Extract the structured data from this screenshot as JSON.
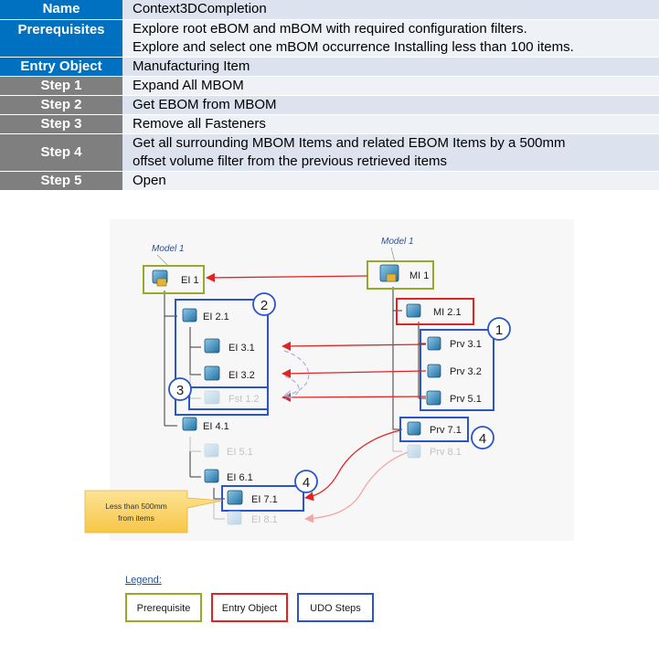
{
  "table": {
    "rows": [
      {
        "label": "Name",
        "lines": [
          "Context3DCompletion"
        ],
        "style": "blue"
      },
      {
        "label": "Prerequisites",
        "lines": [
          "Explore root eBOM and mBOM with required configuration filters.",
          "Explore and select one mBOM occurrence Installing less than 100 items."
        ],
        "style": "blue"
      },
      {
        "label": "Entry Object",
        "lines": [
          "Manufacturing Item"
        ],
        "style": "blue"
      },
      {
        "label": "Step 1",
        "lines": [
          "Expand All MBOM"
        ],
        "style": "gray"
      },
      {
        "label": "Step 2",
        "lines": [
          "Get EBOM from MBOM"
        ],
        "style": "gray"
      },
      {
        "label": "Step 3",
        "lines": [
          "Remove all Fasteners"
        ],
        "style": "gray"
      },
      {
        "label": "Step 4",
        "lines": [
          "Get all surrounding MBOM Items and related EBOM Items by a 500mm",
          "offset volume filter from the previous retrieved items"
        ],
        "style": "gray"
      },
      {
        "label": "Step 5",
        "lines": [
          "Open"
        ],
        "style": "gray"
      }
    ]
  },
  "diagram": {
    "model_left": "Model 1",
    "model_right": "Model 1",
    "ebom_items": [
      "EI 1",
      "EI 2.1",
      "EI 3.1",
      "EI 3.2",
      "Fst 1.2",
      "EI 4.1",
      "EI 5.1",
      "EI 6.1",
      "EI 7.1",
      "EI 8.1"
    ],
    "mbom_items": [
      "MI 1",
      "MI 2.1",
      "Prv 3.1",
      "Prv 3.2",
      "Prv 5.1",
      "Prv 7.1",
      "Prv 8.1"
    ],
    "step_badges": [
      "1",
      "2",
      "3",
      "4",
      "4"
    ],
    "note": [
      "Less than 500mm",
      "from items"
    ],
    "legend_title": "Legend:",
    "legend": [
      {
        "label": "Prerequisite",
        "color": "#9aa829"
      },
      {
        "label": "Entry Object",
        "color": "#e02424"
      },
      {
        "label": "UDO Steps",
        "color": "#2a55c9"
      }
    ]
  },
  "colors": {
    "blue_header": "#0070c0",
    "gray_header": "#7f7f7f",
    "prereq": "#9aa829",
    "entry": "#e02424",
    "udo": "#2a55c9",
    "arrow": "#d9262b",
    "note_fill": "#fbd26b"
  }
}
